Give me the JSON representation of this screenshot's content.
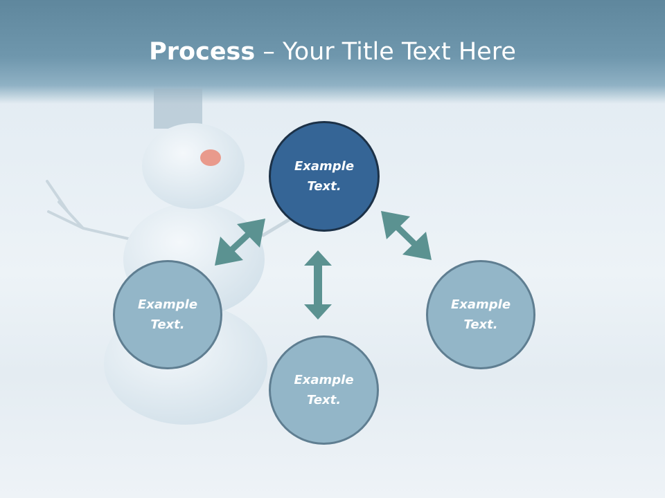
{
  "title": {
    "strong": "Process",
    "rest": " – Your Title Text Here"
  },
  "colors": {
    "header": "#6f97ad",
    "center_circle": "#356596",
    "outer_circle": "#93b6c8",
    "arrow": "#5b9291"
  },
  "nodes": {
    "top": {
      "line1": "Example",
      "line2": "Text."
    },
    "left": {
      "line1": "Example",
      "line2": "Text."
    },
    "bottom": {
      "line1": "Example",
      "line2": "Text."
    },
    "right": {
      "line1": "Example",
      "line2": "Text."
    }
  },
  "arrows": [
    "double-arrow-left",
    "double-arrow-vertical",
    "double-arrow-right"
  ]
}
